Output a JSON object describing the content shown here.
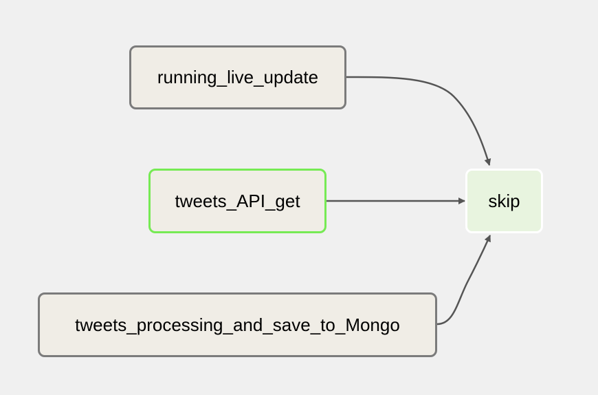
{
  "graph": {
    "nodes": [
      {
        "id": "running_live_update",
        "label": "running_live_update",
        "state_color": "#7b7b7b"
      },
      {
        "id": "tweets_API_get",
        "label": "tweets_API_get",
        "state_color": "#76ea54"
      },
      {
        "id": "tweets_processing_and_save_to_Mongo",
        "label": "tweets_processing_and_save_to_Mongo",
        "state_color": "#7b7b7b"
      },
      {
        "id": "skip",
        "label": "skip",
        "state_color": "#ffffff",
        "fill_color": "#e8f4df"
      }
    ],
    "edges": [
      {
        "from": "running_live_update",
        "to": "skip"
      },
      {
        "from": "tweets_API_get",
        "to": "skip"
      },
      {
        "from": "tweets_processing_and_save_to_Mongo",
        "to": "skip"
      }
    ]
  },
  "colors": {
    "background": "#f0f0f0",
    "node_fill": "#f0ede6",
    "edge": "#555555"
  }
}
